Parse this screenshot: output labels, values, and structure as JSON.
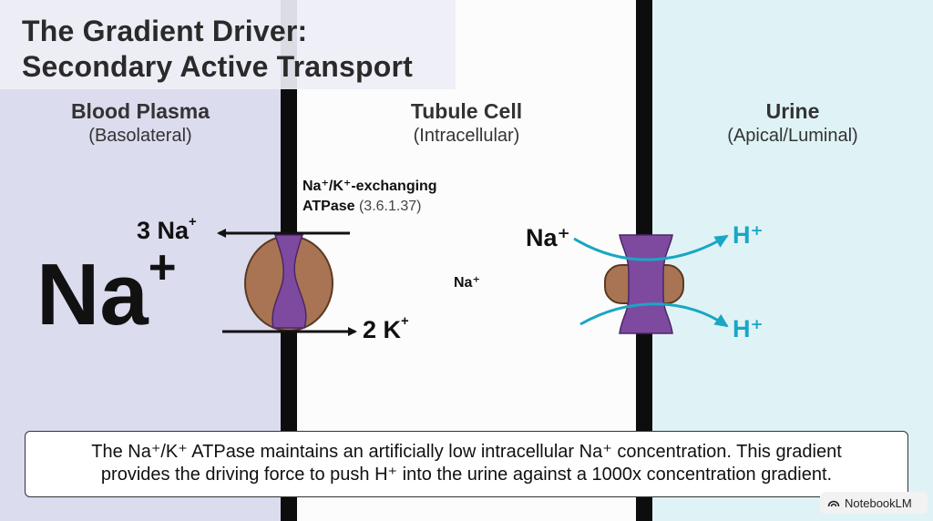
{
  "title": {
    "line1": "The Gradient Driver:",
    "line2": "Secondary Active Transport"
  },
  "columns": {
    "blood": {
      "name": "Blood Plasma",
      "sub": "(Basolateral)"
    },
    "cell": {
      "name": "Tubule Cell",
      "sub": "(Intracellular)"
    },
    "urine": {
      "name": "Urine",
      "sub": "(Apical/Luminal)"
    }
  },
  "labels": {
    "big_na": "Na",
    "big_na_sup": "+",
    "three_na": "3 Na",
    "three_na_sup": "+",
    "two_k": "2 K",
    "two_k_sup": "+",
    "pump_line1": "Na⁺/K⁺-exchanging",
    "pump_line2": "ATPase",
    "pump_ec": "(3.6.1.37)",
    "na_cell": "Na⁺",
    "na_urine": "Na⁺",
    "h_top": "H⁺",
    "h_bottom": "H⁺"
  },
  "caption": {
    "line1": "The Na⁺/K⁺ ATPase maintains an artificially low intracellular Na⁺ concentration. This gradient",
    "line2": "provides the driving force to push H⁺ into the urine against a 1000x concentration gradient."
  },
  "watermark": "NotebookLM",
  "colors": {
    "blood_bg": "#dcdcef",
    "urine_bg": "#dff3f6",
    "membrane": "#0d0d0d",
    "pump_brown": "#a97453",
    "channel_purple": "#7e4aa0",
    "proton_cyan": "#1aa6c4"
  }
}
